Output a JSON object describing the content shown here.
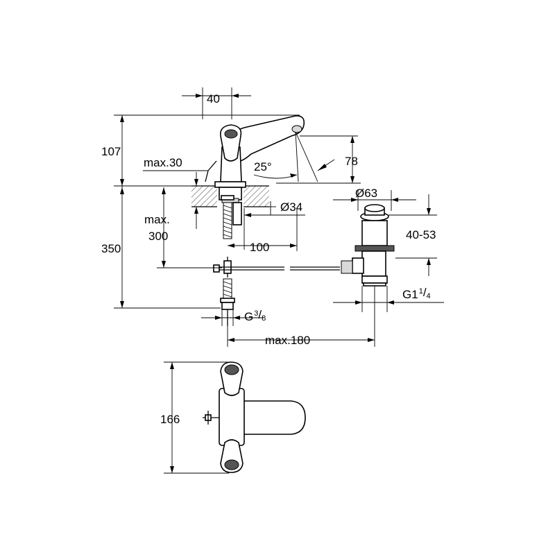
{
  "labels": {
    "spout_width": "40",
    "height_total": "107",
    "max_thickness": "max.30",
    "spout_angle": "25°",
    "spout_height": "78",
    "hole_diameter": "Ø34",
    "waste_diameter": "Ø63",
    "max_depth_line1": "max.",
    "max_depth_line2": "300",
    "below_height": "350",
    "waste_range": "40-53",
    "offset_100": "100",
    "connection_g38_base": "G",
    "connection_g38_num": "3",
    "connection_g38_den": "8",
    "waste_thread_base": "G1",
    "waste_thread_num": "1",
    "waste_thread_den": "4",
    "max_180": "max.180",
    "plan_depth": "166"
  }
}
